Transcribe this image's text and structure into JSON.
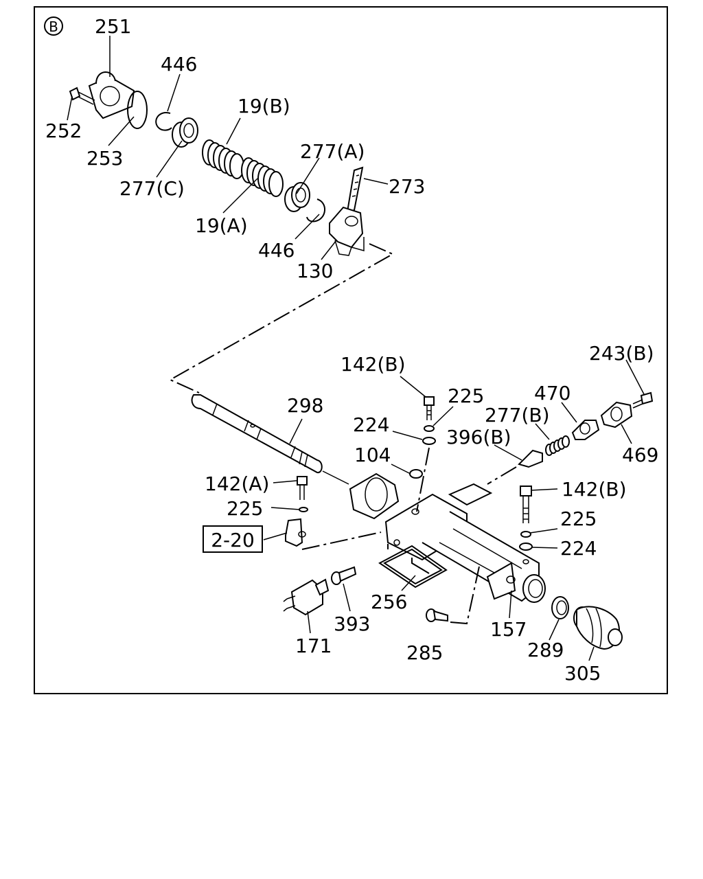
{
  "section_marker": "B",
  "ref_box": "2-20",
  "labels": {
    "p251": "251",
    "p252": "252",
    "p253": "253",
    "p446a": "446",
    "p446b": "446",
    "p19b": "19(B)",
    "p19a": "19(A)",
    "p277c": "277(C)",
    "p277a": "277(A)",
    "p273": "273",
    "p130": "130",
    "p298": "298",
    "p142b_top": "142(B)",
    "p225_top": "225",
    "p224_top": "224",
    "p104": "104",
    "p142a": "142(A)",
    "p225_left": "225",
    "p396b": "396(B)",
    "p277b": "277(B)",
    "p470": "470",
    "p243b": "243(B)",
    "p469": "469",
    "p142b_right": "142(B)",
    "p225_right": "225",
    "p224_right": "224",
    "p256": "256",
    "p393": "393",
    "p171": "171",
    "p285": "285",
    "p157": "157",
    "p289": "289",
    "p305": "305"
  }
}
